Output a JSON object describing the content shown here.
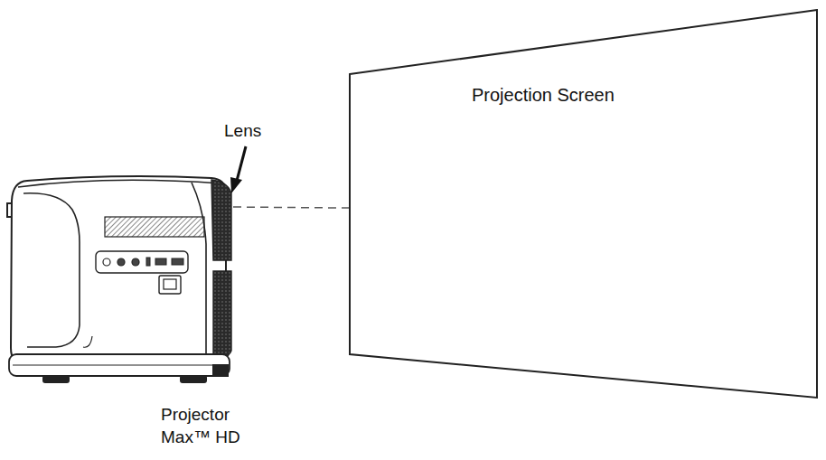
{
  "diagram": {
    "nodes": [
      {
        "text": [
          "Projection Screen"
        ]
      }
    ],
    "labels": [
      "Lens",
      "Projector Max™ HD"
    ]
  }
}
